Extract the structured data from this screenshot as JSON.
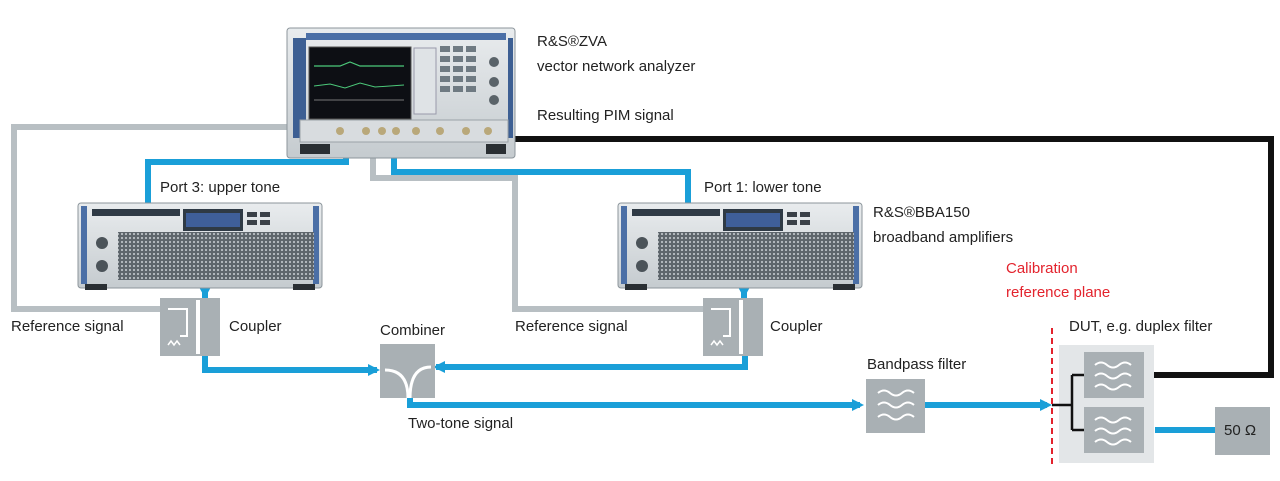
{
  "analyzer": {
    "name": "R&S®ZVA",
    "description": "vector network analyzer",
    "output_label": "Resulting PIM signal"
  },
  "amplifiers": {
    "name": "R&S®BBA150",
    "description": "broadband amplifiers"
  },
  "ports": {
    "port3": "Port 3: upper tone",
    "port1": "Port 1: lower tone"
  },
  "left_branch": {
    "reference": "Reference signal",
    "coupler": "Coupler"
  },
  "right_branch": {
    "reference": "Reference signal",
    "coupler": "Coupler"
  },
  "combiner": {
    "label": "Combiner",
    "output": "Two-tone signal"
  },
  "bandpass": {
    "label": "Bandpass filter"
  },
  "calibration": {
    "line1": "Calibration",
    "line2": "reference plane"
  },
  "dut": {
    "label": "DUT, e.g. duplex filter"
  },
  "termination": {
    "label": "50 Ω"
  },
  "colors": {
    "rf_cable": "#1a9fd8",
    "reference_cable": "#b8bfc3",
    "pim_cable": "#111111",
    "calibration_line": "#e3232d",
    "component_fill": "#a9b0b4"
  }
}
